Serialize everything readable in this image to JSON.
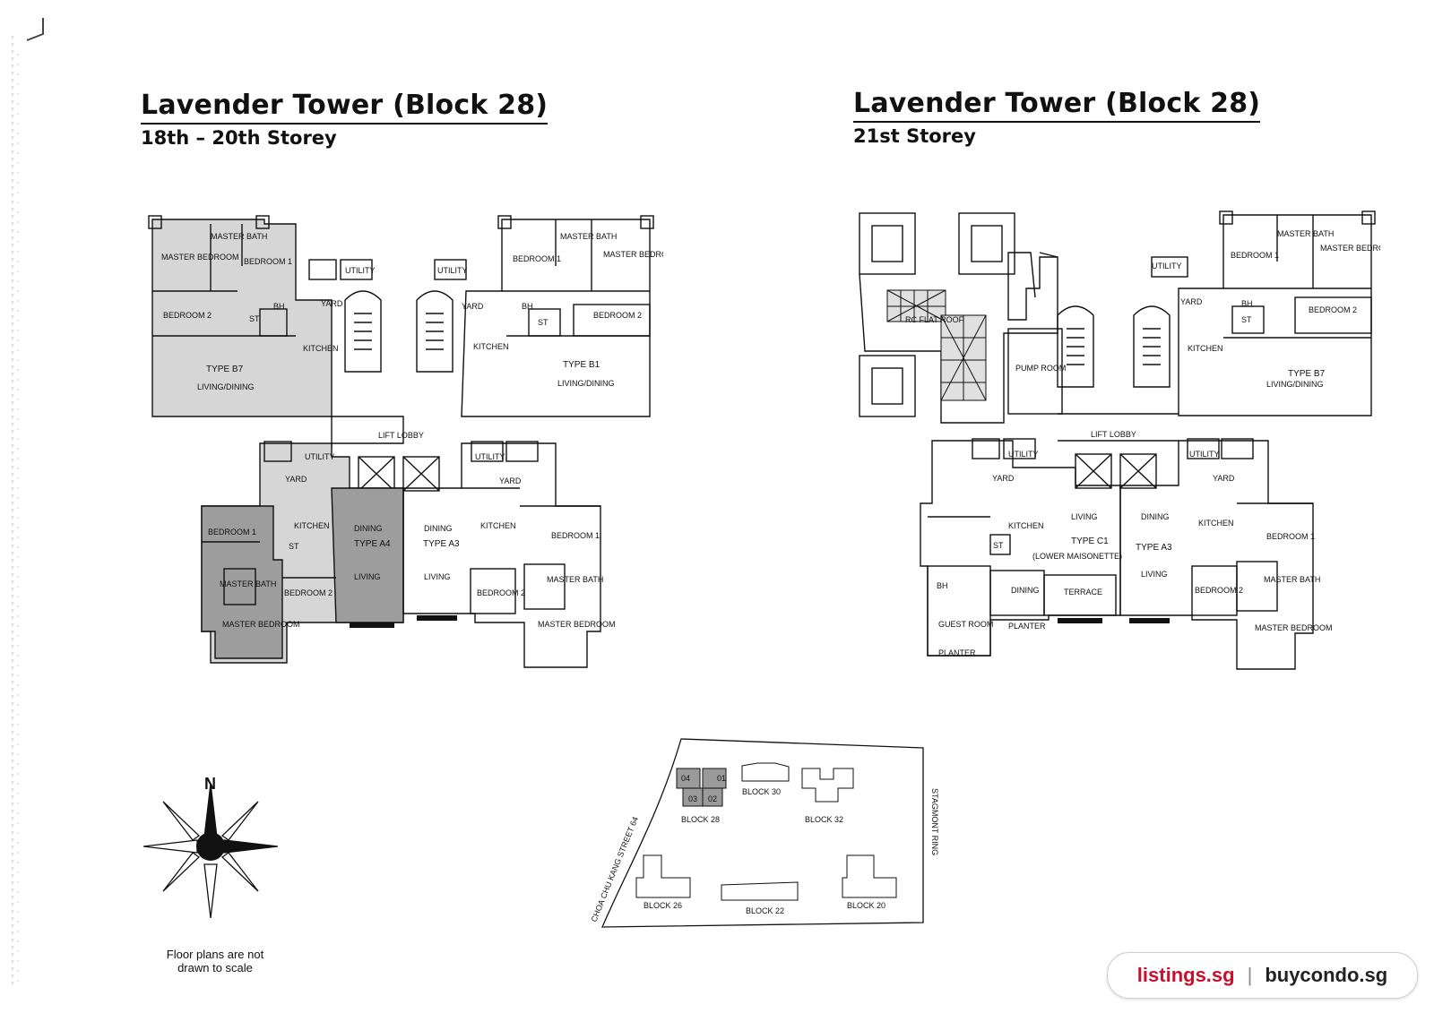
{
  "left": {
    "title": "Lavender Tower (Block 28)",
    "subtitle": "18th – 20th Storey"
  },
  "right": {
    "title": "Lavender Tower (Block 28)",
    "subtitle": "21st Storey"
  },
  "labels": {
    "master_bedroom": "MASTER BEDROOM",
    "bedroom_1": "BEDROOM 1",
    "bedroom_2": "BEDROOM 2",
    "master_bath": "MASTER BATH",
    "utility": "UTILITY",
    "yard": "YARD",
    "kitchen": "KITCHEN",
    "living_dining": "LIVING/DINING",
    "dining": "DINING",
    "living": "LIVING",
    "lift_lobby": "LIFT LOBBY",
    "st": "ST",
    "bh": "BH",
    "type_b7": "TYPE B7",
    "type_b1": "TYPE B1",
    "type_a4": "TYPE A4",
    "type_a3": "TYPE A3",
    "type_c1": "TYPE C1",
    "lower_maisonette": "(LOWER MAISONETTE)",
    "terrace": "TERRACE",
    "guest_room": "GUEST ROOM",
    "pump_room": "PUMP ROOM",
    "rc_flat_roof": "RC FLAT ROOF",
    "planter": "PLANTER"
  },
  "site": {
    "street_left": "CHOA CHU KANG STREET 64",
    "street_right": "STAGMONT RING",
    "blocks": [
      "BLOCK 28",
      "BLOCK 30",
      "BLOCK 32",
      "BLOCK 26",
      "BLOCK 22",
      "BLOCK 20"
    ],
    "units": [
      "04",
      "01",
      "03",
      "02"
    ],
    "highlight_color": "#9a9a9a"
  },
  "compass": {
    "north": "N"
  },
  "note": "Floor plans are not\ndrawn to scale",
  "watermark": {
    "left": "listings.sg",
    "separator": "|",
    "right": "buycondo.sg",
    "left_color": "#c8102e"
  },
  "colors": {
    "shade_light": "#d6d6d6",
    "shade_dark": "#9d9d9d"
  }
}
